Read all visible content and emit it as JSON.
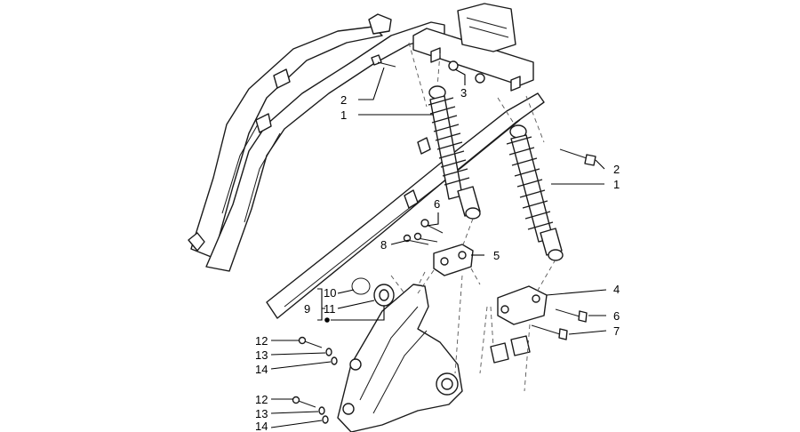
{
  "callouts": [
    {
      "id": "c1a",
      "label": "2"
    },
    {
      "id": "c1b",
      "label": "1"
    },
    {
      "id": "c3",
      "label": "3"
    },
    {
      "id": "c2b",
      "label": "2"
    },
    {
      "id": "c1c",
      "label": "1"
    },
    {
      "id": "c6a",
      "label": "6"
    },
    {
      "id": "c8",
      "label": "8"
    },
    {
      "id": "c5",
      "label": "5"
    },
    {
      "id": "c10",
      "label": "10"
    },
    {
      "id": "c11",
      "label": "11"
    },
    {
      "id": "c9",
      "label": "9"
    },
    {
      "id": "c4",
      "label": "4"
    },
    {
      "id": "c6b",
      "label": "6"
    },
    {
      "id": "c7",
      "label": "7"
    },
    {
      "id": "c12a",
      "label": "12"
    },
    {
      "id": "c13a",
      "label": "13"
    },
    {
      "id": "c14a",
      "label": "14"
    },
    {
      "id": "c12b",
      "label": "12"
    },
    {
      "id": "c13b",
      "label": "13"
    },
    {
      "id": "c14b",
      "label": "14"
    }
  ]
}
